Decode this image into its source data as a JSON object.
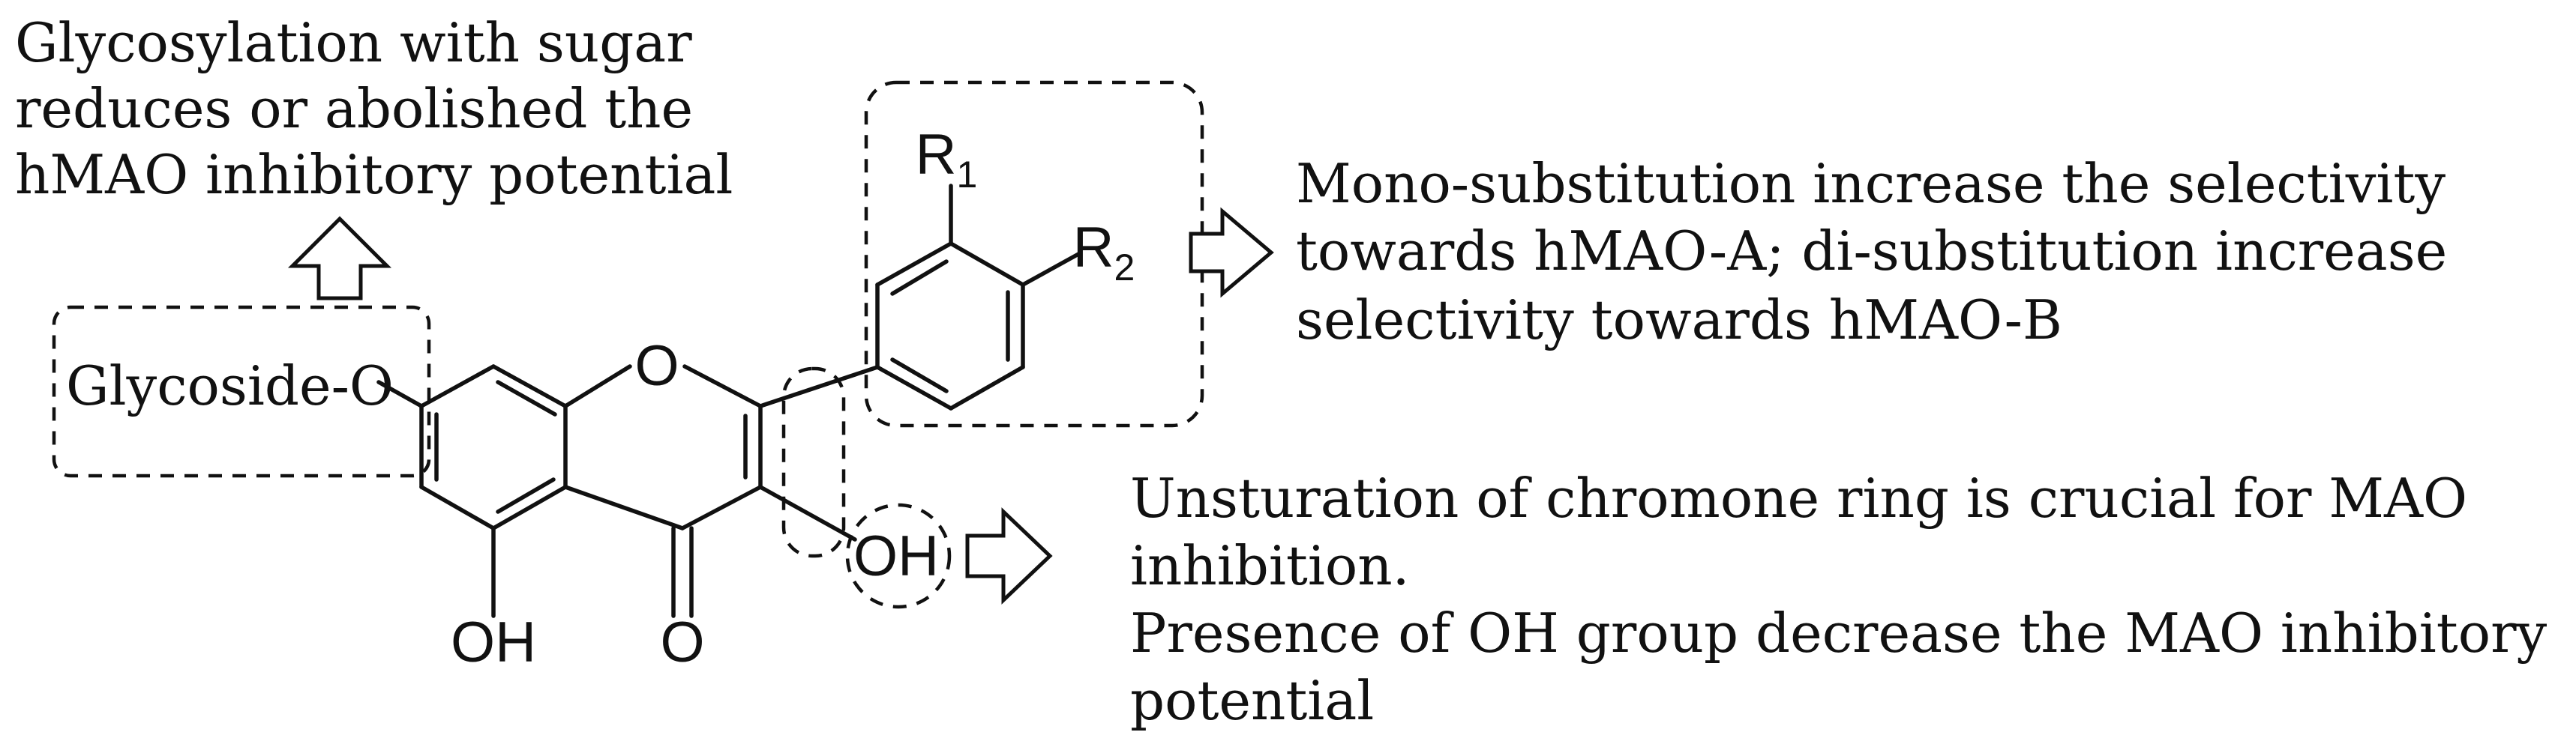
{
  "annotations": {
    "glycosylation": [
      "Glycosylation with sugar",
      "reduces or abolished the",
      "hMAO inhibitory potential"
    ],
    "substitution": [
      "Mono-substitution increase the selectivity",
      "towards hMAO-A; di-substitution increase",
      "selectivity towards hMAO-B"
    ],
    "chromone": [
      "Unsturation of chromone ring is crucial for MAO",
      "inhibition.",
      "Presence of OH group decrease the MAO inhibitory",
      "potential"
    ]
  },
  "structure": {
    "glycoside_label": "Glycoside-O",
    "ring_oxygen": "O",
    "carbonyl_oxygen": "O",
    "hydroxyl_5": "OH",
    "hydroxyl_3": "OH",
    "r1": {
      "letter": "R",
      "subscript": "1"
    },
    "r2": {
      "letter": "R",
      "subscript": "2"
    }
  }
}
